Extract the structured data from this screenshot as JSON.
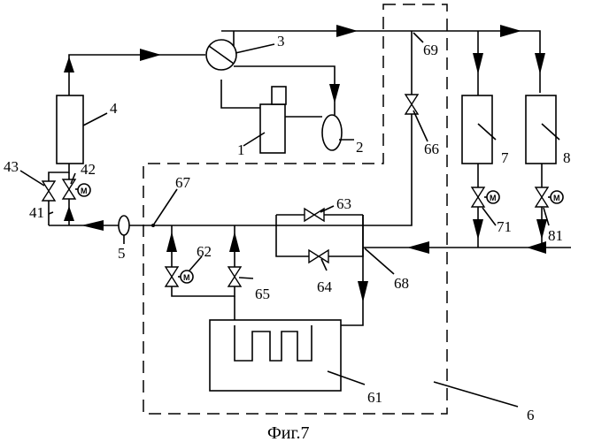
{
  "caption": "Фиг.7",
  "labels": {
    "n1": "1",
    "n2": "2",
    "n3": "3",
    "n4": "4",
    "n5": "5",
    "n6": "6",
    "n7": "7",
    "n8": "8",
    "n41": "41",
    "n42": "42",
    "n43": "43",
    "n61": "61",
    "n62": "62",
    "n63": "63",
    "n64": "64",
    "n65": "65",
    "n66": "66",
    "n67": "67",
    "n68": "68",
    "n69": "69",
    "n71": "71",
    "n81": "81"
  },
  "motor_symbol": "M"
}
